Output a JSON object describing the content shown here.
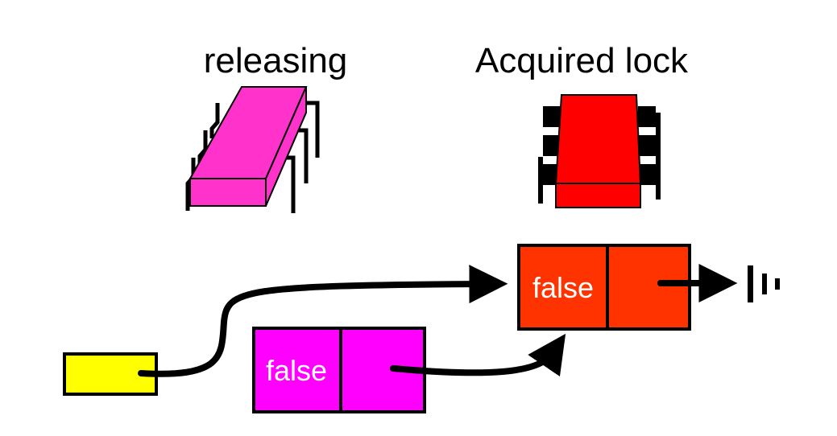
{
  "labels": {
    "left_thread": "releasing",
    "right_thread": "Acquired lock"
  },
  "nodes": {
    "right_node": {
      "value": "false"
    },
    "left_node": {
      "value": "false"
    }
  },
  "colors": {
    "releasing_thread": "#ff33cc",
    "acquired_thread": "#ff0000",
    "right_node_fill": "#ff3300",
    "left_node_fill": "#ff00ff",
    "tail_pointer": "#ffff00",
    "outline": "#000000"
  },
  "icons": {
    "left_thread": "chip-icon",
    "right_thread": "chip-icon",
    "null_terminator": "ground-icon"
  }
}
